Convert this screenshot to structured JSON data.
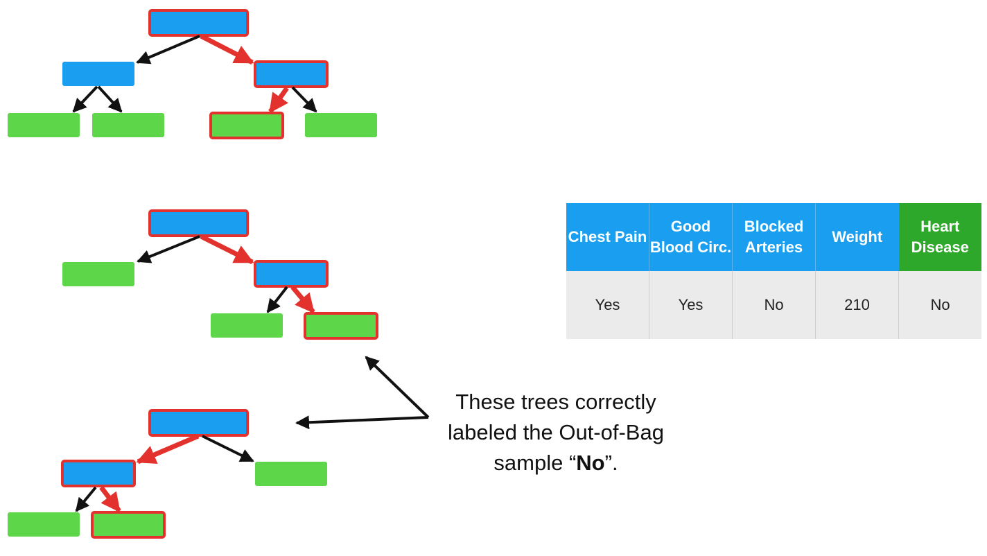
{
  "colors": {
    "decision_node": "#1a9ff0",
    "leaf_node": "#5ed64a",
    "highlight": "#e3312d",
    "arrow": "#111111",
    "header_blue": "#1a9ff0",
    "header_green": "#2ea82b",
    "cell_bg": "#ebebeb"
  },
  "table": {
    "headers": [
      "Chest Pain",
      "Good Blood Circ.",
      "Blocked Arteries",
      "Weight",
      "Heart Disease"
    ],
    "row": [
      "Yes",
      "Yes",
      "No",
      "210",
      "No"
    ]
  },
  "caption": {
    "text_before": "These trees correctly labeled the Out-of-Bag sample “",
    "bold_word": "No",
    "text_after": "”."
  }
}
